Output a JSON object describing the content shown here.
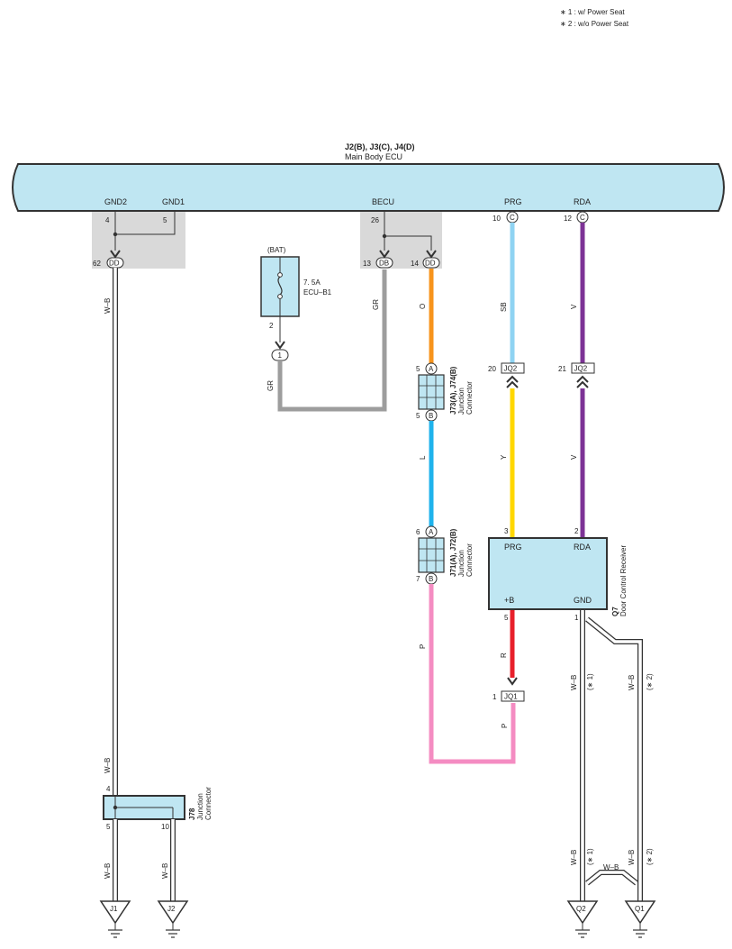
{
  "notes": {
    "n1": "∗ 1 : w/ Power Seat",
    "n2": "∗ 2 : w/o Power Seat"
  },
  "colors": {
    "ecu_fill": "#bfe6f2",
    "shade": "#d9d9d9",
    "O": "#f7941d",
    "L": "#1fb3ec",
    "P": "#f48cc2",
    "GR": "#9d9d9d",
    "SB": "#8fd3f2",
    "Y": "#ffd700",
    "V": "#7d3396",
    "R": "#e8202b",
    "WB": "#ffffff"
  },
  "ecu": {
    "codes": "J2(B), J3(C), J4(D)",
    "name": "Main Body ECU",
    "pins": {
      "gnd2": "GND2",
      "gnd1": "GND1",
      "becu": "BECU",
      "prg": "PRG",
      "rda": "RDA"
    },
    "pin_nums": {
      "gnd2": "4",
      "gnd1": "5",
      "becu": "26",
      "prg": "10",
      "rda": "12"
    },
    "conn_pins": {
      "p62": "62",
      "p13": "13",
      "p14": "14",
      "p10": "10",
      "p12": "12"
    },
    "conn_ids": {
      "dd": "DD",
      "db": "DB",
      "c": "C"
    }
  },
  "fuse": {
    "supply": "(BAT)",
    "rating": "7. 5A",
    "name": "ECU–B1",
    "pin": "2",
    "terminal": "1"
  },
  "wires": {
    "wb": "W–B",
    "gr": "GR",
    "o": "O",
    "l": "L",
    "p": "P",
    "sb": "SB",
    "y": "Y",
    "v": "V",
    "r": "R"
  },
  "jc_upper": {
    "code": "J73(A), J74(B)",
    "l1": "Junction",
    "l2": "Connector",
    "pin_a": "5",
    "pin_b": "5",
    "id_a": "A",
    "id_b": "B"
  },
  "jc_lower": {
    "code": "J71(A), J72(B)",
    "l1": "Junction",
    "l2": "Connector",
    "pin_a": "6",
    "pin_b": "7",
    "id_a": "A",
    "id_b": "B"
  },
  "jq2": {
    "label": "JQ2",
    "pin_prg": "20",
    "pin_rda": "21"
  },
  "jq1": {
    "label": "JQ1",
    "pin": "1"
  },
  "receiver": {
    "code": "Q7",
    "name": "Door Control Receiver",
    "prg": "PRG",
    "rda": "RDA",
    "b": "+B",
    "gnd": "GND",
    "pin_prg": "3",
    "pin_rda": "2",
    "pin_b": "5",
    "pin_gnd": "1"
  },
  "j78": {
    "code": "J78",
    "l1": "Junction",
    "l2": "Connector",
    "pin_top": "4",
    "pin_bl": "5",
    "pin_br": "10"
  },
  "grounds": {
    "j1": "J1",
    "j2": "J2",
    "q2": "Q2",
    "q1": "Q1"
  },
  "star": {
    "s1": "(∗ 1)",
    "s2": "(∗ 2)"
  }
}
